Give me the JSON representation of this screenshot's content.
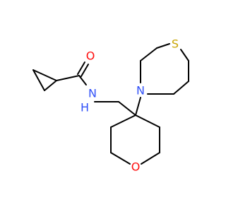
{
  "molecule": {
    "atoms": {
      "oxygen_carbonyl": {
        "symbol": "O",
        "color": "#ff0d0d"
      },
      "amide_nitrogen": {
        "symbol": "N",
        "hydrogen": "H",
        "color": "#3050f8"
      },
      "thiomorpholine_nitrogen": {
        "symbol": "N",
        "color": "#3050f8"
      },
      "thiomorpholine_sulfur": {
        "symbol": "S",
        "color": "#c8a400"
      },
      "oxane_oxygen": {
        "symbol": "O",
        "color": "#ff0d0d"
      }
    },
    "bond_color": "#000000"
  }
}
